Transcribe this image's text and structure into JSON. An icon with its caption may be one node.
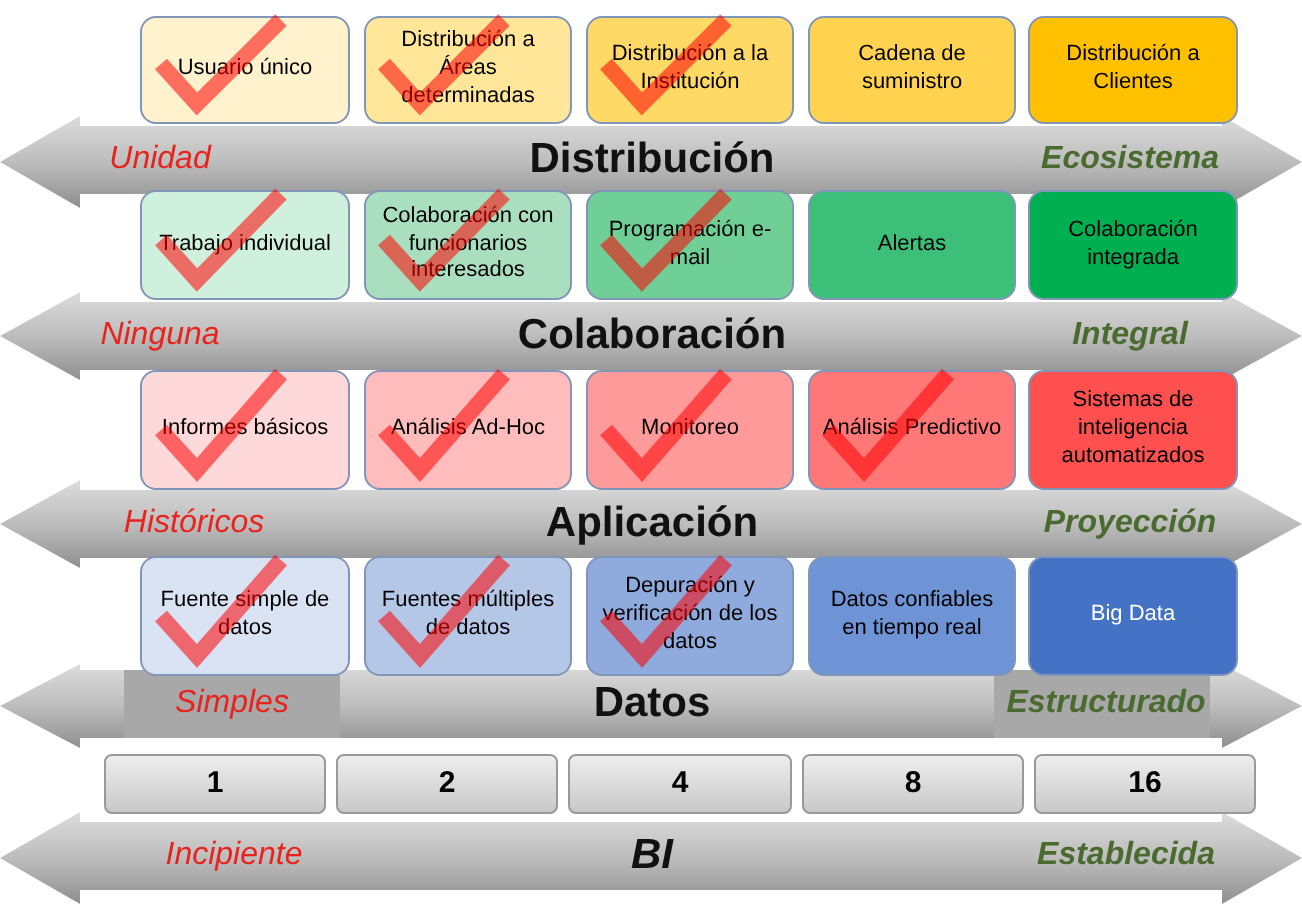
{
  "diagram": {
    "nodes": [
      {
        "text": [
          "Usuario único"
        ]
      },
      {
        "text": [
          "Distribución a Áreas determinadas"
        ]
      },
      {
        "text": [
          "Distribución a la Institución"
        ]
      },
      {
        "text": [
          "Cadena de suministro"
        ]
      },
      {
        "text": [
          "Distribución a Clientes"
        ]
      },
      {
        "text": [
          "Unidad",
          "Distribución",
          "Ecosistema"
        ]
      },
      {
        "text": [
          "Trabajo individual"
        ]
      },
      {
        "text": [
          "Colaboración con funcionarios interesados"
        ]
      },
      {
        "text": [
          "Programación e-mail"
        ]
      },
      {
        "text": [
          "Alertas"
        ]
      },
      {
        "text": [
          "Colaboración integrada"
        ]
      },
      {
        "text": [
          "Ninguna",
          "Colaboración",
          "Integral"
        ]
      },
      {
        "text": [
          "Informes básicos"
        ]
      },
      {
        "text": [
          "Análisis Ad-Hoc"
        ]
      },
      {
        "text": [
          "Monitoreo"
        ]
      },
      {
        "text": [
          "Análisis Predictivo"
        ]
      },
      {
        "text": [
          "Sistemas de inteligencia automatizados"
        ]
      },
      {
        "text": [
          "Históricos",
          "Aplicación",
          "Proyección"
        ]
      },
      {
        "text": [
          "Fuente simple de datos"
        ]
      },
      {
        "text": [
          "Fuentes múltiples de datos"
        ]
      },
      {
        "text": [
          "Depuración y verificación de los datos"
        ]
      },
      {
        "text": [
          "Datos confiables en tiempo real"
        ]
      },
      {
        "text": [
          "Big Data"
        ]
      },
      {
        "text": [
          "Simples",
          "Datos",
          "Estructurado"
        ]
      },
      {
        "text": [
          "1"
        ]
      },
      {
        "text": [
          "2"
        ]
      },
      {
        "text": [
          "4"
        ]
      },
      {
        "text": [
          "8"
        ]
      },
      {
        "text": [
          "16"
        ]
      },
      {
        "text": [
          "Incipiente",
          "BI",
          "Establecida"
        ]
      }
    ]
  }
}
